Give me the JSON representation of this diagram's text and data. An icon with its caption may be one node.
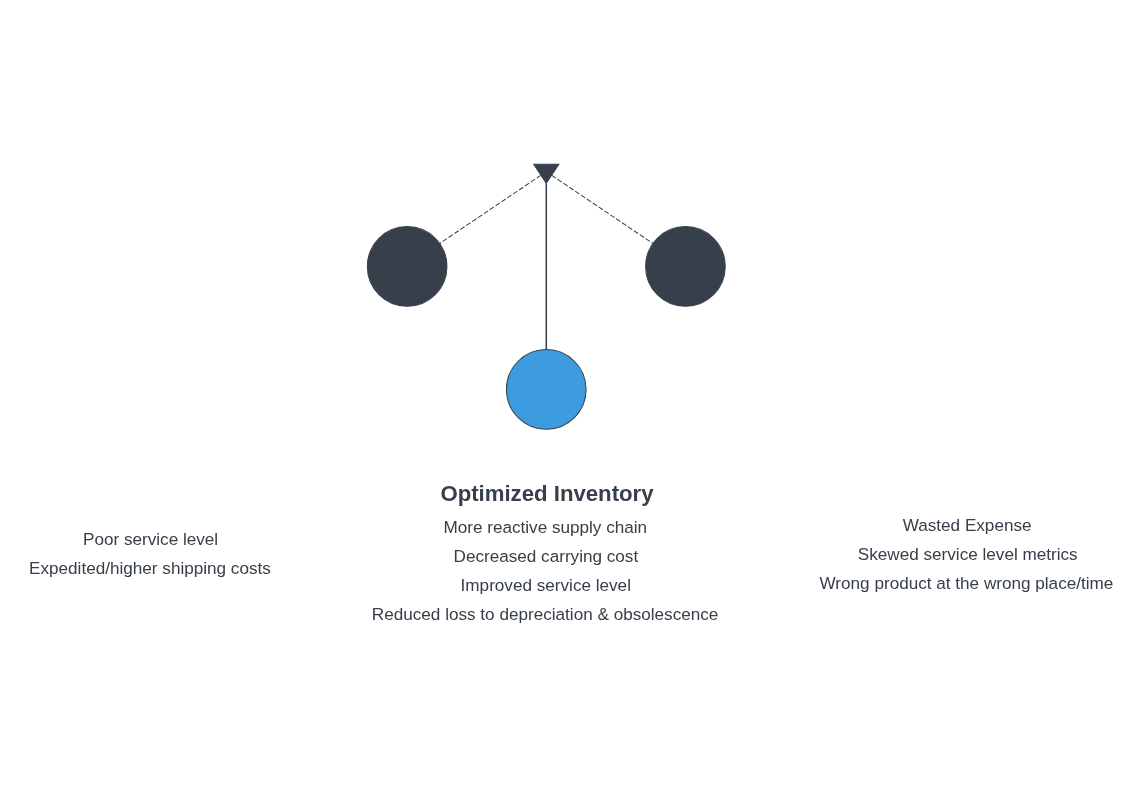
{
  "diagram": {
    "nodes": [
      {
        "text": [],
        "shape": "triangle"
      },
      {
        "text": [],
        "shape": "circle",
        "beside": [
          "Poor service level",
          "Expedited/higher shipping costs"
        ]
      },
      {
        "text": [],
        "shape": "circle",
        "beside": [
          "Optimized Inventory",
          "More reactive supply chain",
          "Decreased carrying cost",
          "Improved service level",
          "Reduced loss to depreciation & obsolescence"
        ]
      },
      {
        "text": [],
        "shape": "circle",
        "beside": [
          "Wasted Expense",
          "Skewed service level metrics",
          "Wrong product at the wrong place/time"
        ]
      }
    ],
    "edges": [
      {
        "from": 0,
        "to": 1,
        "arrow": "none",
        "style": "dashed"
      },
      {
        "from": 0,
        "to": 2,
        "arrow": "none"
      },
      {
        "from": 0,
        "to": 3,
        "arrow": "none",
        "style": "dashed"
      }
    ]
  }
}
